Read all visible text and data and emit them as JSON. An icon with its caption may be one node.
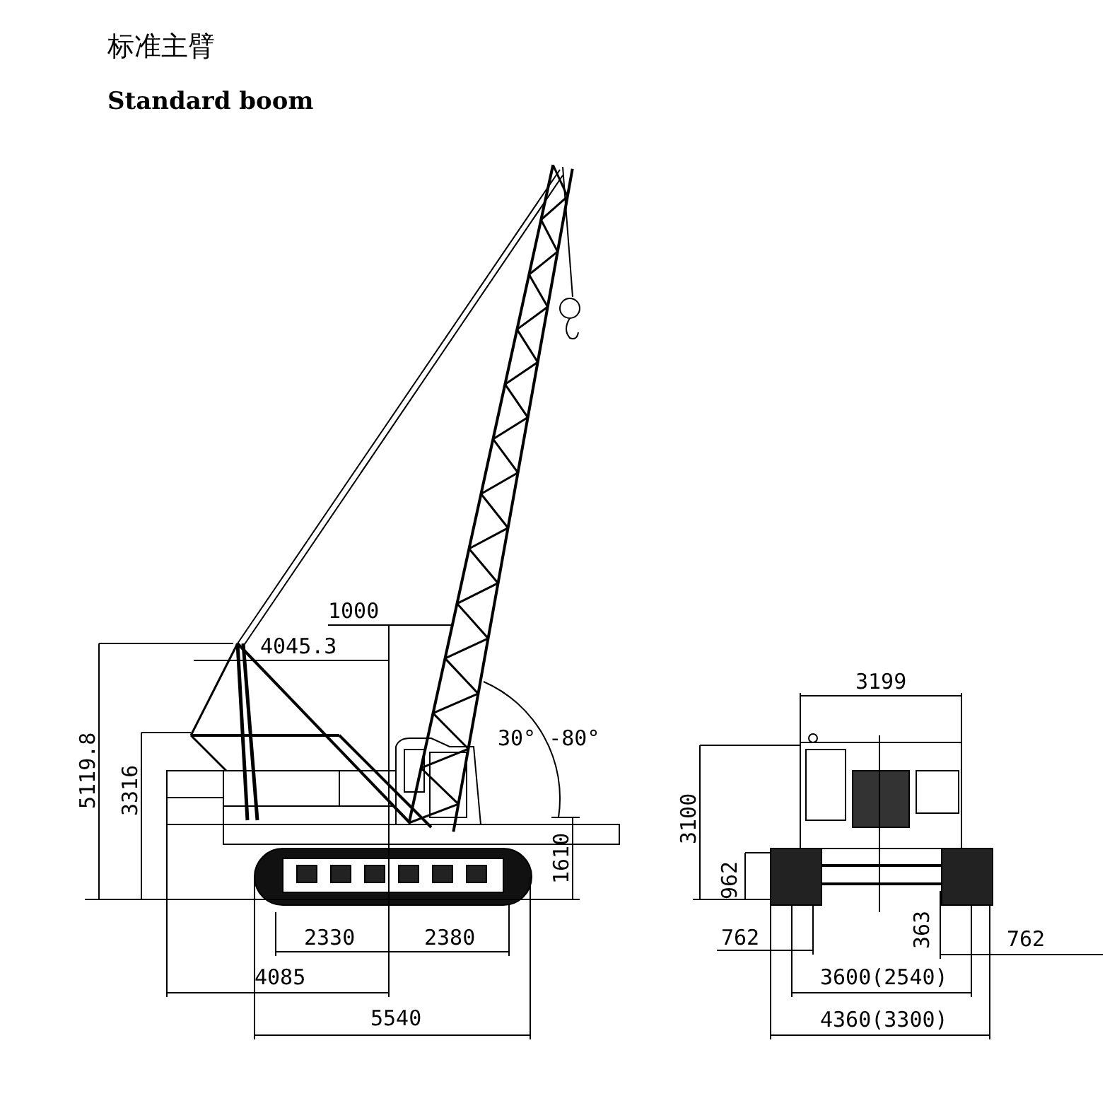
{
  "diagram": {
    "title": "标准主臂",
    "labels": [
      "Standard boom",
      "1000",
      "4045.3",
      "5119.8",
      "3316",
      "30° -80°",
      "1610",
      "2330",
      "2380",
      "4085",
      "5540",
      "3199",
      "3100",
      "962",
      "762",
      "363",
      "762",
      "3600(2540)",
      "4360(3300)"
    ]
  }
}
